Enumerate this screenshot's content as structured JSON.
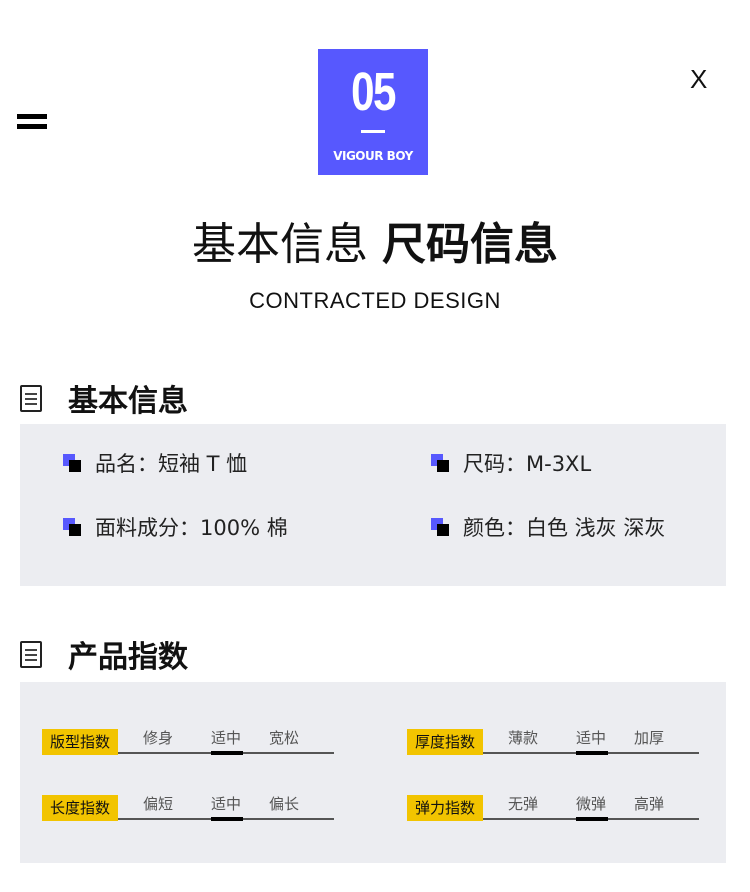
{
  "header": {
    "number": "05",
    "brand": "VIGOUR BOY",
    "close": "X",
    "title_light": "基本信息",
    "title_bold": "尺码信息",
    "subtitle": "CONTRACTED DESIGN"
  },
  "basic": {
    "heading": "基本信息",
    "items": [
      "品名：短袖 T 恤",
      "尺码：M-3XL",
      "面料成分：100% 棉",
      "颜色：白色 浅灰 深灰"
    ]
  },
  "index": {
    "heading": "产品指数",
    "rows": [
      {
        "label": "版型指数",
        "options": [
          "修身",
          "适中",
          "宽松"
        ],
        "selected": 1
      },
      {
        "label": "厚度指数",
        "options": [
          "薄款",
          "适中",
          "加厚"
        ],
        "selected": 1
      },
      {
        "label": "长度指数",
        "options": [
          "偏短",
          "适中",
          "偏长"
        ],
        "selected": 1
      },
      {
        "label": "弹力指数",
        "options": [
          "无弹",
          "微弹",
          "高弹"
        ],
        "selected": 1
      }
    ]
  },
  "colors": {
    "accent": "#5758fe",
    "tag": "#f2c400",
    "panel": "#ecedf1"
  }
}
